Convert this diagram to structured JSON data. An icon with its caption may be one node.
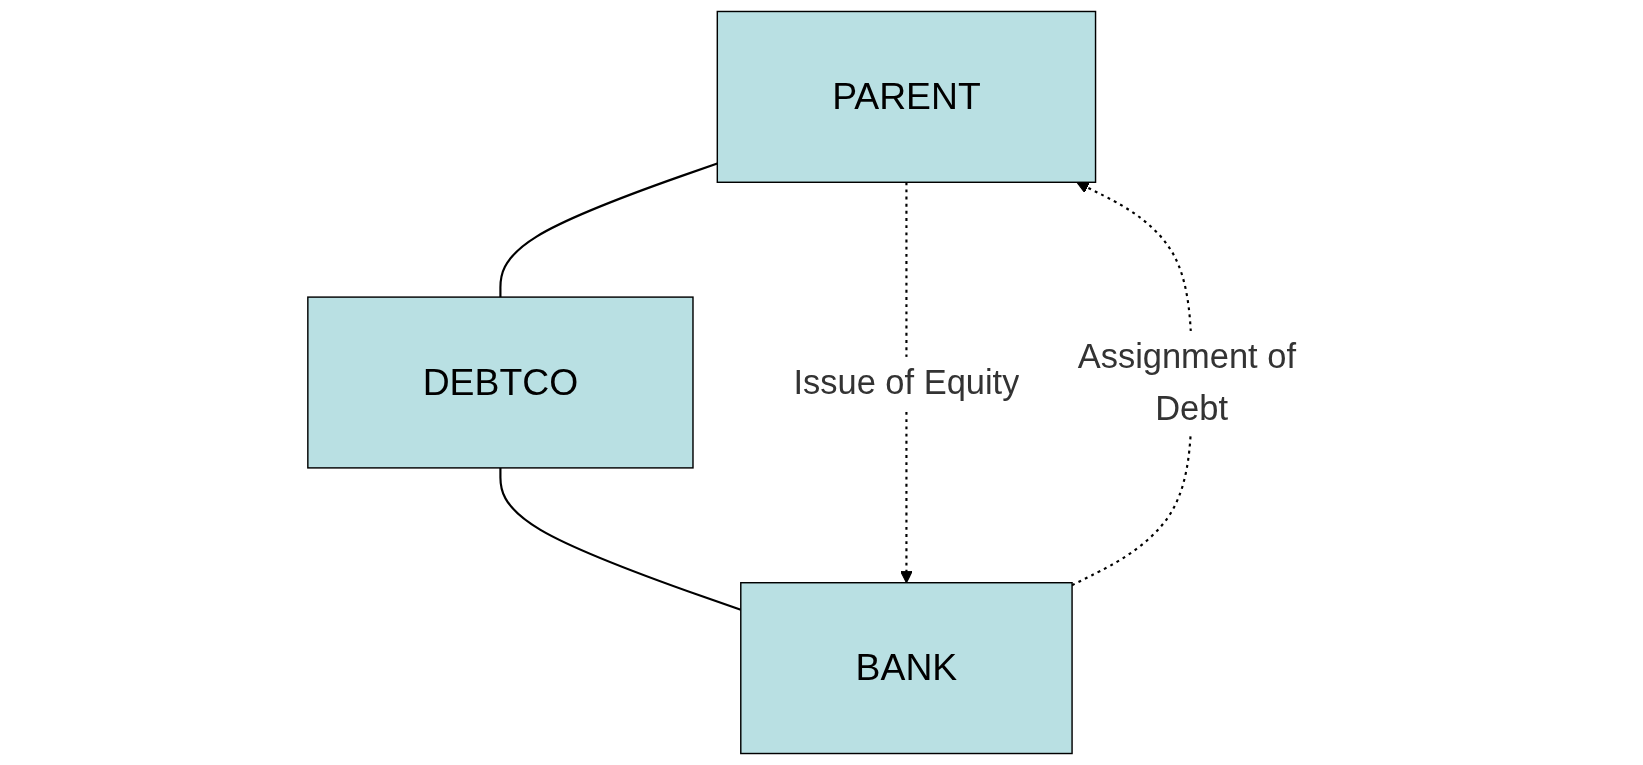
{
  "diagram": {
    "nodes": [
      {
        "text": [
          "PARENT"
        ]
      },
      {
        "text": [
          "DEBTCO"
        ]
      },
      {
        "text": [
          "BANK"
        ]
      }
    ],
    "edges": [
      {
        "from": 0,
        "to": 1,
        "arrow": "none"
      },
      {
        "from": 1,
        "to": 2,
        "arrow": "none"
      },
      {
        "from": 2,
        "to": 0,
        "arrow": "to",
        "style": "dashed",
        "label": "Assignment of Debt"
      },
      {
        "from": 0,
        "to": 2,
        "arrow": "to",
        "style": "dashed",
        "label": "Issue of Equity"
      }
    ]
  }
}
